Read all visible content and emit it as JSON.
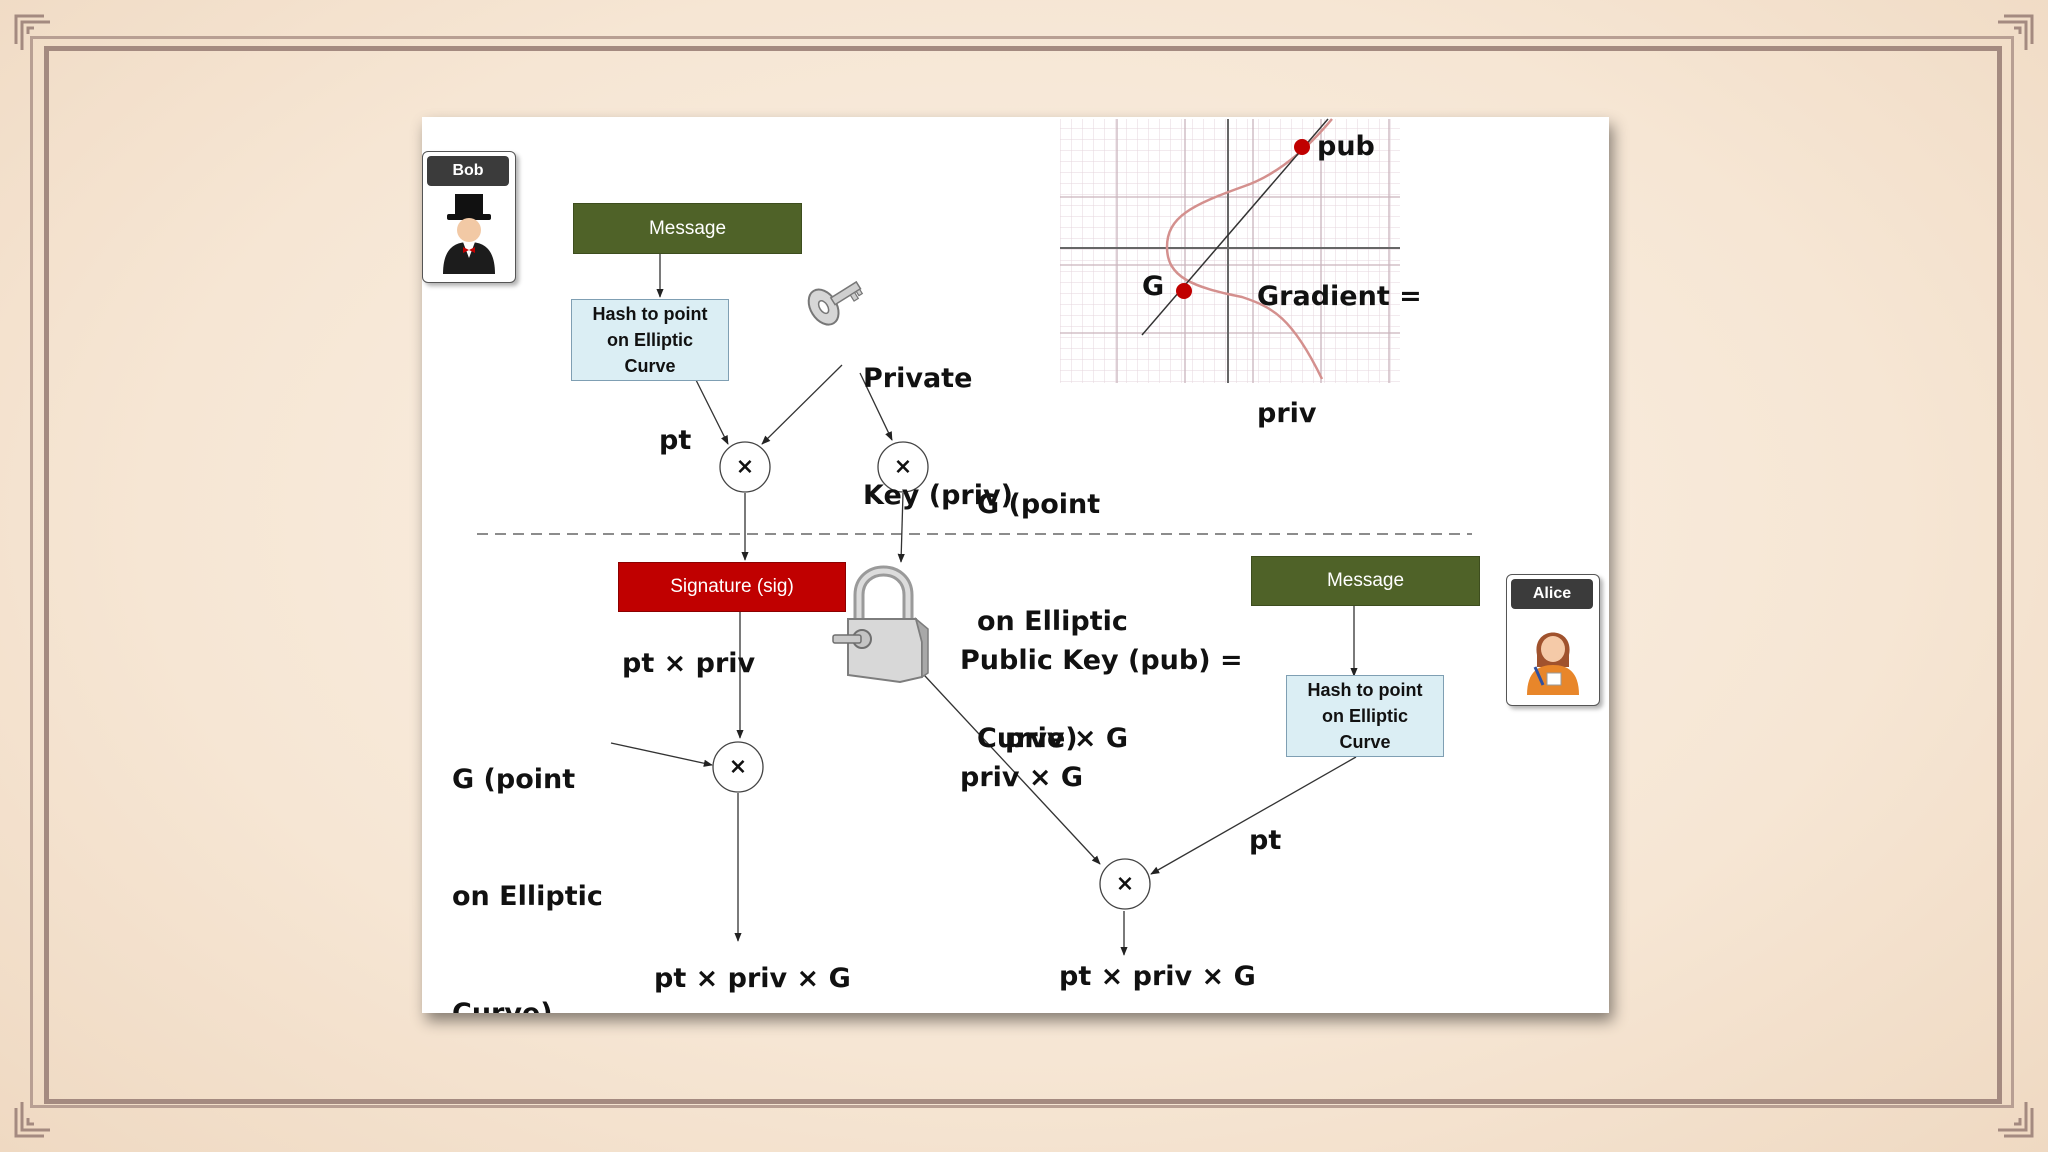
{
  "bob": {
    "name": "Bob"
  },
  "alice": {
    "name": "Alice"
  },
  "bob_message": "Message",
  "alice_message": "Message",
  "bob_hash": {
    "line1": "Hash to point",
    "line2": "on Elliptic",
    "line3": "Curve"
  },
  "alice_hash": {
    "line1": "Hash to point",
    "line2": "on Elliptic",
    "line3": "Curve"
  },
  "signature": "Signature (sig)",
  "private_key": {
    "line1": "Private",
    "line2": "Key (priv)"
  },
  "g_point_top": {
    "line1": "G (point",
    "line2": "on Elliptic",
    "line3": "Curve)"
  },
  "g_point_left": {
    "line1": "G (point",
    "line2": "on Elliptic",
    "line3": "Curve)"
  },
  "public_key": {
    "line1": "Public Key (pub) =",
    "line2": "priv × G"
  },
  "labels": {
    "pt_top": "pt",
    "pt_times_priv": "pt × priv",
    "priv_times_g": "priv × G",
    "pt_right": "pt",
    "result_left": "pt × priv × G",
    "result_right": "pt × priv × G"
  },
  "multiply_symbol": "×",
  "curve_inset": {
    "pub_label": "pub",
    "g_label": "G",
    "gradient_line1": "Gradient =",
    "gradient_line2": "priv"
  },
  "colors": {
    "message_green": "#4f6228",
    "hash_blue": "#dbeef4",
    "signature_red": "#c00000",
    "curve_point_red": "#c00000"
  },
  "icons": [
    "key-icon",
    "padlock-icon",
    "bob-avatar-icon",
    "alice-avatar-icon"
  ]
}
